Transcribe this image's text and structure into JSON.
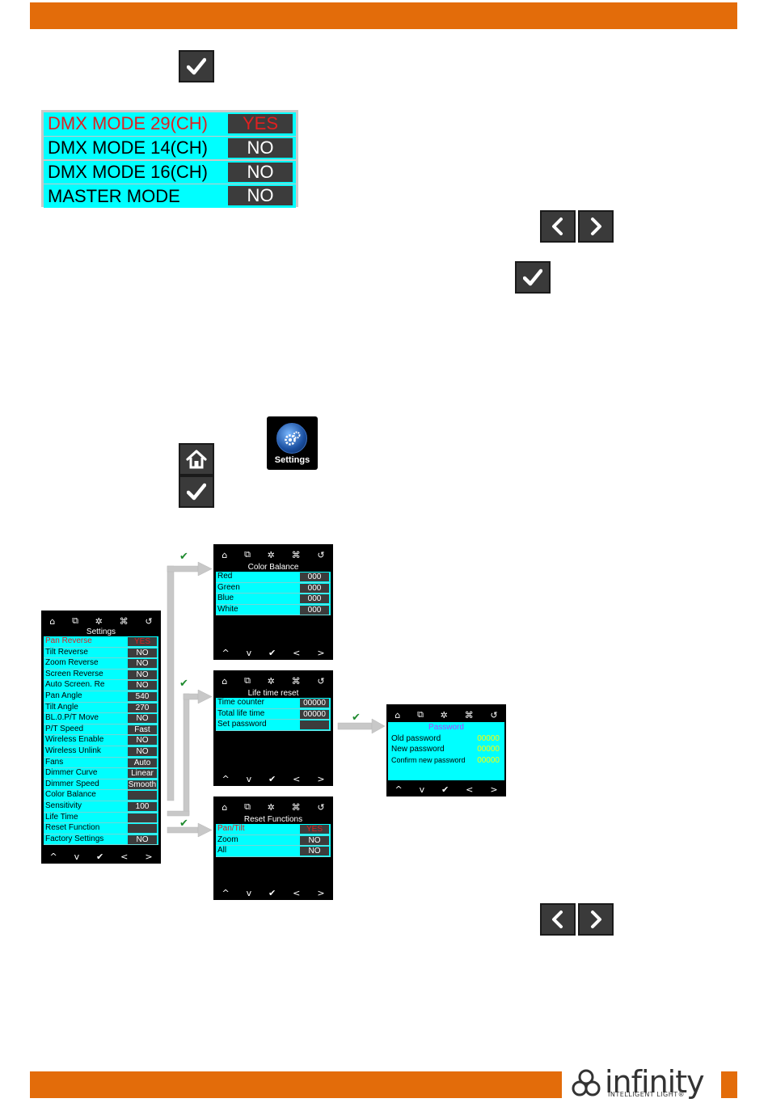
{
  "keys": {
    "enter_icon": "checkmark-icon",
    "left_icon": "chevron-left-icon",
    "right_icon": "chevron-right-icon",
    "home_icon": "home-icon"
  },
  "dmx_table": {
    "rows": [
      {
        "label": "DMX MODE 29(CH)",
        "value": "YES",
        "selected": true
      },
      {
        "label": "DMX MODE 14(CH)",
        "value": "NO",
        "selected": false
      },
      {
        "label": "DMX MODE 16(CH)",
        "value": "NO",
        "selected": false
      },
      {
        "label": "MASTER MODE",
        "value": "NO",
        "selected": false
      }
    ]
  },
  "settings_icon": {
    "label": "Settings"
  },
  "screen_nav": {
    "top": [
      "⌂",
      "⧉",
      "✲",
      "⌘",
      "↺"
    ],
    "bottom": [
      "^",
      "v",
      "✔",
      "<",
      ">"
    ]
  },
  "settings_screen": {
    "title": "Settings",
    "rows": [
      {
        "label": "Pan Reverse",
        "value": "YES",
        "selected": true
      },
      {
        "label": "Tilt Reverse",
        "value": "NO"
      },
      {
        "label": "Zoom Reverse",
        "value": "NO"
      },
      {
        "label": "Screen Reverse",
        "value": "NO"
      },
      {
        "label": "Auto Screen. Re",
        "value": "NO"
      },
      {
        "label": "Pan Angle",
        "value": "540"
      },
      {
        "label": "Tilt Angle",
        "value": "270"
      },
      {
        "label": "BL.0.P/T Move",
        "value": "NO"
      },
      {
        "label": "P/T Speed",
        "value": "Fast"
      },
      {
        "label": "Wireless Enable",
        "value": "NO"
      },
      {
        "label": "Wireless Unlink",
        "value": "NO"
      },
      {
        "label": "Fans",
        "value": "Auto"
      },
      {
        "label": "Dimmer Curve",
        "value": "Linear"
      },
      {
        "label": "Dimmer Speed",
        "value": "Smooth"
      },
      {
        "label": "Color Balance",
        "value": ""
      },
      {
        "label": "Sensitivity",
        "value": "100"
      },
      {
        "label": "Life Time",
        "value": ""
      },
      {
        "label": "Reset Function",
        "value": ""
      },
      {
        "label": "Factory Settings",
        "value": "NO"
      }
    ]
  },
  "color_balance_screen": {
    "title": "Color Balance",
    "rows": [
      {
        "label": "Red",
        "value": "000"
      },
      {
        "label": "Green",
        "value": "000"
      },
      {
        "label": "Blue",
        "value": "000"
      },
      {
        "label": "White",
        "value": "000"
      }
    ]
  },
  "life_time_screen": {
    "title": "Life time reset",
    "rows": [
      {
        "label": "Time counter",
        "value": "00000"
      },
      {
        "label": "Total life time",
        "value": "00000"
      },
      {
        "label": "Set password",
        "value": ""
      }
    ]
  },
  "reset_screen": {
    "title": "Reset Functions",
    "rows": [
      {
        "label": "Pan/Tilt",
        "value": "YES",
        "selected": true
      },
      {
        "label": "Zoom",
        "value": "NO"
      },
      {
        "label": "All",
        "value": "NO"
      }
    ]
  },
  "password_screen": {
    "title": "Password",
    "rows": [
      {
        "label": "Old password",
        "value": "00000"
      },
      {
        "label": "New password",
        "value": "00000"
      },
      {
        "label": "Confirm new password",
        "value": "00000"
      }
    ]
  },
  "colors": {
    "orange": "#e36c0a",
    "cyan": "#00ffff",
    "selected_red": "#e02020",
    "password_purple": "#b040ff",
    "password_yellow": "#ffff00",
    "check_green": "#1e8a2e"
  },
  "logo": {
    "brand": "infinity",
    "tagline": "INTELLIGENT LIGHT®"
  }
}
